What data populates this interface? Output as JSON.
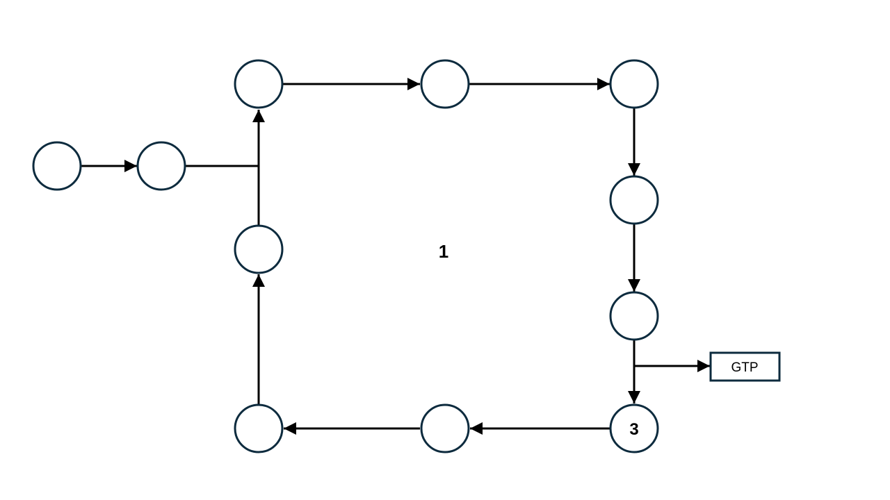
{
  "diagram": {
    "center_label": "1",
    "product_box": {
      "label": "GTP"
    },
    "nodes": [
      {
        "id": "n1",
        "label": ""
      },
      {
        "id": "n2",
        "label": ""
      },
      {
        "id": "n3",
        "label": ""
      },
      {
        "id": "n4",
        "label": ""
      },
      {
        "id": "n5",
        "label": ""
      },
      {
        "id": "n6",
        "label": ""
      },
      {
        "id": "n7",
        "label": ""
      },
      {
        "id": "n8",
        "label": "3"
      },
      {
        "id": "n9",
        "label": ""
      },
      {
        "id": "n10",
        "label": ""
      },
      {
        "id": "n11",
        "label": ""
      }
    ],
    "edges": [
      {
        "from": "n1",
        "to": "n2"
      },
      {
        "from": "n2",
        "to": "n3"
      },
      {
        "from": "n3",
        "to": "n4"
      },
      {
        "from": "n4",
        "to": "n5"
      },
      {
        "from": "n5",
        "to": "n6"
      },
      {
        "from": "n6",
        "to": "n7"
      },
      {
        "from": "n7",
        "to": "n8"
      },
      {
        "from": "n7",
        "to": "product_box"
      },
      {
        "from": "n8",
        "to": "n9"
      },
      {
        "from": "n9",
        "to": "n10"
      },
      {
        "from": "n10",
        "to": "n11"
      },
      {
        "from": "n11",
        "to": "n3"
      }
    ],
    "colors": {
      "node_stroke": "#0d2b3e",
      "edge": "#000000"
    }
  }
}
